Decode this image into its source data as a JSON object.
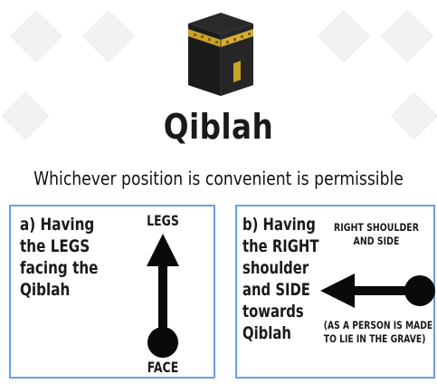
{
  "title": "Qiblah",
  "subtitle": "Whichever position is convenient is permissible",
  "panel_a": {
    "lines": [
      "a) Having",
      "the LEGS",
      "facing the",
      "Qiblah"
    ],
    "top_label": "LEGS",
    "bottom_label": "FACE"
  },
  "panel_b": {
    "lines": [
      "b) Having",
      "the RIGHT",
      "shoulder",
      "and SIDE",
      "towards",
      "Qiblah"
    ],
    "top_label": [
      "RIGHT SHOULDER",
      "AND SIDE"
    ],
    "bottom_label": [
      "(AS A PERSON IS MADE",
      "TO LIE IN THE GRAVE)"
    ]
  },
  "colors": {
    "panel_border": "#6aa0e0",
    "text": "#1a1a1a",
    "kaaba_body": "#1b1b1b",
    "kaaba_band": "#c9a227"
  },
  "icons": {
    "kaaba": "kaaba-icon",
    "arrow_a": "arrow-up-icon",
    "arrow_b": "arrow-left-icon"
  }
}
